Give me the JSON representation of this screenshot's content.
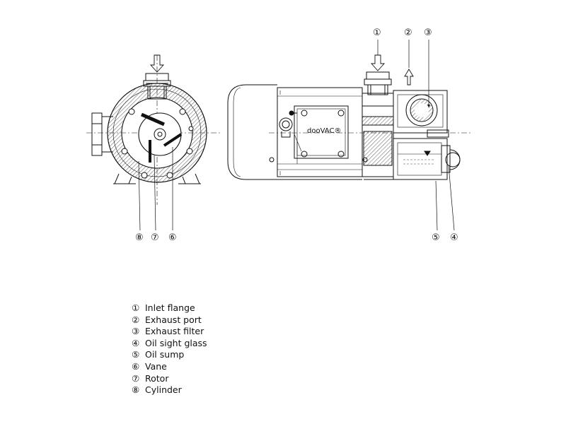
{
  "brand_label": "dooVAC®",
  "callouts": {
    "front": [
      "⑧",
      "⑦",
      "⑥"
    ],
    "side_top": [
      "①",
      "②",
      "③"
    ],
    "side_bottom": [
      "⑤",
      "④"
    ]
  },
  "legend": [
    {
      "num": "①",
      "label": "Inlet flange"
    },
    {
      "num": "②",
      "label": "Exhaust port"
    },
    {
      "num": "③",
      "label": "Exhaust filter"
    },
    {
      "num": "④",
      "label": "Oil sight glass"
    },
    {
      "num": "⑤",
      "label": "Oil sump"
    },
    {
      "num": "⑥",
      "label": "Vane"
    },
    {
      "num": "⑦",
      "label": "Rotor"
    },
    {
      "num": "⑧",
      "label": "Cylinder"
    }
  ]
}
